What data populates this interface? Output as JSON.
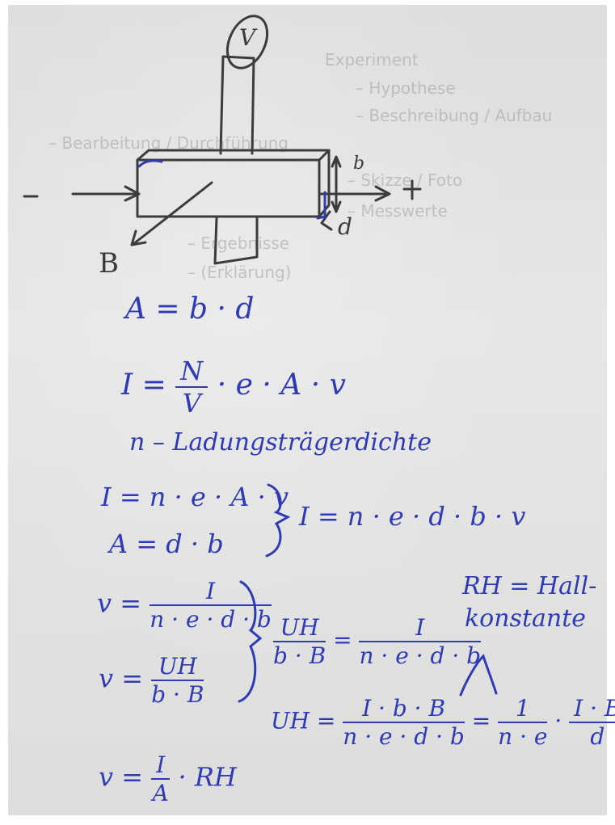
{
  "sketch": {
    "minus": "-",
    "plus": "+",
    "meter_label": "V",
    "b_label": "b",
    "d_label": "d",
    "B_label": "B"
  },
  "equations": {
    "eq1": "A = b · d",
    "eq2_left": "I =",
    "eq2_num": "N",
    "eq2_den": "V",
    "eq2_right": "· e · A · v",
    "n_note": "n – Ladungsträgerdichte",
    "eq3a": "I = n · e · A · v",
    "eq3b": "A = d · b",
    "eq3c": "I = n · e · d · b · v",
    "eq4_left": "v =",
    "eq4_num": "I",
    "eq4_den": "n · e · d · b",
    "eq5_left": "v =",
    "eq5_num": "UH",
    "eq5_den": "b · B",
    "eq6_num_l": "UH",
    "eq6_den_l": "b · B",
    "eq6_eq": "=",
    "eq6_num_r": "I",
    "eq6_den_r": "n · e · d · b",
    "rh_note_1": "RH = Hall-",
    "rh_note_2": "konstante",
    "eq7_left": "UH =",
    "eq7_num": "I · b · B",
    "eq7_den": "n · e · d · b",
    "eq7_eq": "=",
    "eq7_num2": "1",
    "eq7_den2": "n · e",
    "eq7_dot": "·",
    "eq7_num3": "I · B",
    "eq7_den3": "d",
    "eq8_left": "v =",
    "eq8_num": "I",
    "eq8_den": "A",
    "eq8_right": "· RH"
  },
  "background_text": [
    "Experiment",
    "– Hypothese",
    "– Beschreibung / Aufbau",
    "– Bearbeitung / Durchführung",
    "– Skizze / Foto",
    "– Messwerte",
    "– Ergebnisse",
    "– (Erklärung)"
  ],
  "colors": {
    "ink": "#2f3bb6",
    "pencil": "#3c3c3c",
    "paper": "#e6e7e5"
  }
}
